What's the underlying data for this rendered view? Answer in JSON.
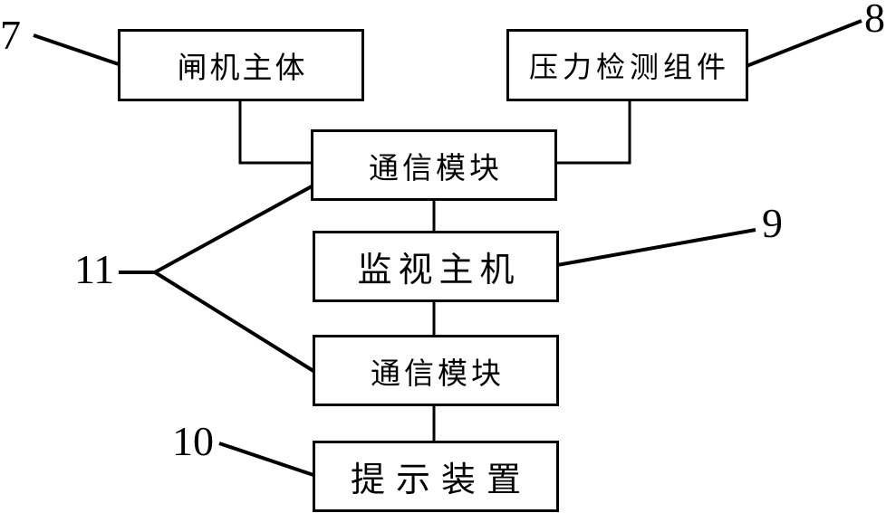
{
  "figure": {
    "boxes": [
      {
        "name": "gate-machine-body",
        "label": "闸机主体"
      },
      {
        "name": "pressure-detection-assembly",
        "label": "压力检测组件"
      },
      {
        "name": "communication-module-upper",
        "label": "通信模块"
      },
      {
        "name": "monitoring-host",
        "label": "监视主机"
      },
      {
        "name": "communication-module-lower",
        "label": "通信模块"
      },
      {
        "name": "prompt-device",
        "label": "提示装置"
      }
    ],
    "refs": [
      "7",
      "8",
      "9",
      "10",
      "11"
    ],
    "colors": {
      "line": "#000000",
      "background": "#ffffff"
    }
  }
}
